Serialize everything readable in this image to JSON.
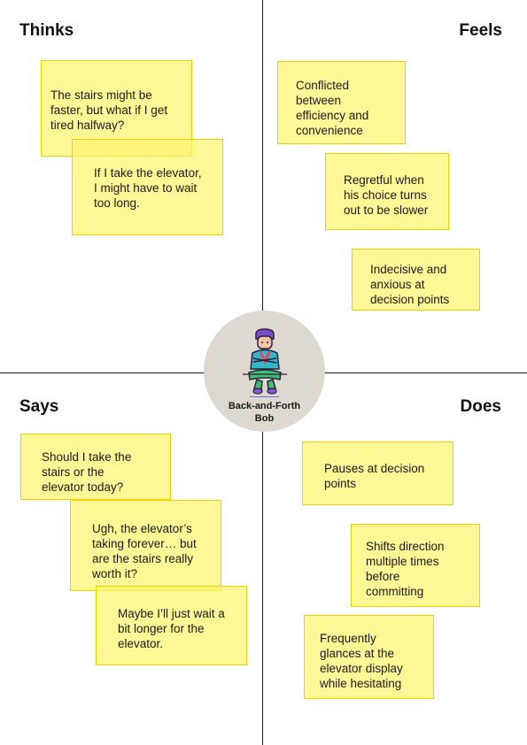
{
  "quadrants": {
    "thinks": {
      "title": "Thinks",
      "notes": [
        {
          "lines": [
            "The stairs might be",
            "faster, but what if I get",
            "tired halfway?"
          ]
        },
        {
          "lines": [
            "If I take the elevator,",
            "I might have to wait",
            "too long."
          ]
        }
      ]
    },
    "feels": {
      "title": "Feels",
      "notes": [
        {
          "lines": [
            "Conflicted",
            "between",
            "efficiency and",
            "convenience"
          ]
        },
        {
          "lines": [
            "Regretful when",
            "his choice turns",
            "out to be slower"
          ]
        },
        {
          "lines": [
            "Indecisive and",
            "anxious at",
            "decision points"
          ]
        }
      ]
    },
    "says": {
      "title": "Says",
      "notes": [
        {
          "lines": [
            "Should I take the",
            "stairs or the",
            "elevator today?"
          ]
        },
        {
          "lines": [
            "Ugh, the elevator’s",
            "taking forever… but",
            "are the stairs really",
            "worth it?"
          ]
        },
        {
          "lines": [
            "Maybe I’ll just wait a",
            "bit longer for the",
            "elevator."
          ]
        }
      ]
    },
    "does": {
      "title": "Does",
      "notes": [
        {
          "lines": [
            "Pauses at decision",
            "points"
          ]
        },
        {
          "lines": [
            "Shifts direction",
            "multiple times",
            "before",
            "committing"
          ]
        },
        {
          "lines": [
            "Frequently",
            "glances at the",
            "elevator display",
            "while hesitating"
          ]
        }
      ]
    }
  },
  "persona": {
    "name_lines": [
      "Back-and-Forth",
      "Bob"
    ],
    "avatar_icon": "person-sitting-cross-legged-icon"
  },
  "colors": {
    "note_fill": "#fff36e",
    "note_border": "#e8d200",
    "persona_circle": "#ddd9d1",
    "axis_line": "#1a1a1a"
  }
}
